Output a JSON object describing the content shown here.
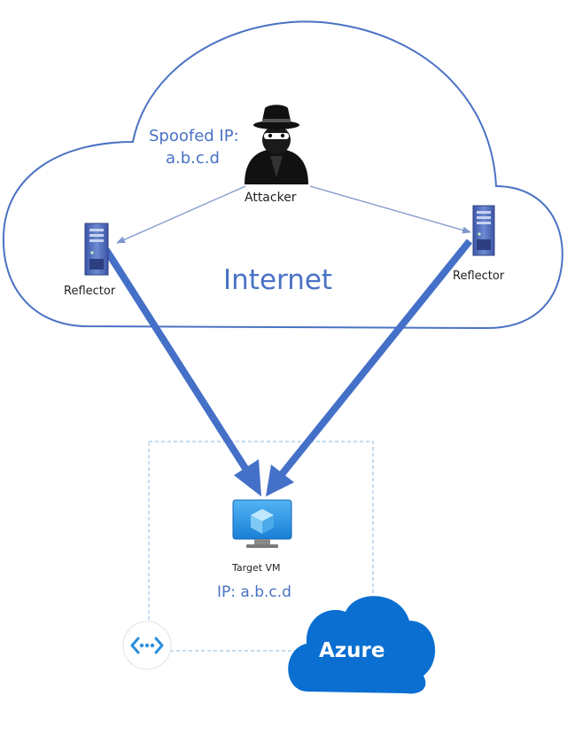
{
  "spoofed_ip": {
    "line1": "Spoofed IP:",
    "line2": "a.b.c.d"
  },
  "attacker": {
    "label": "Attacker"
  },
  "reflector_left": {
    "label": "Reflector"
  },
  "reflector_right": {
    "label": "Reflector"
  },
  "internet": {
    "label": "Internet"
  },
  "target_vm": {
    "label": "Target VM",
    "ip": "IP: a.b.c.d"
  },
  "azure": {
    "label": "Azure"
  },
  "colors": {
    "cloud_outline": "#4a72c4",
    "thick_arrow": "#4470c8",
    "thin_arrow": "#7d98cc",
    "azure_blue": "#0a6fd1",
    "text_blue": "#4a72c4"
  },
  "icons": [
    "attacker-icon",
    "server-icon",
    "virtual-machine-icon",
    "virtual-network-icon",
    "azure-cloud-icon"
  ]
}
